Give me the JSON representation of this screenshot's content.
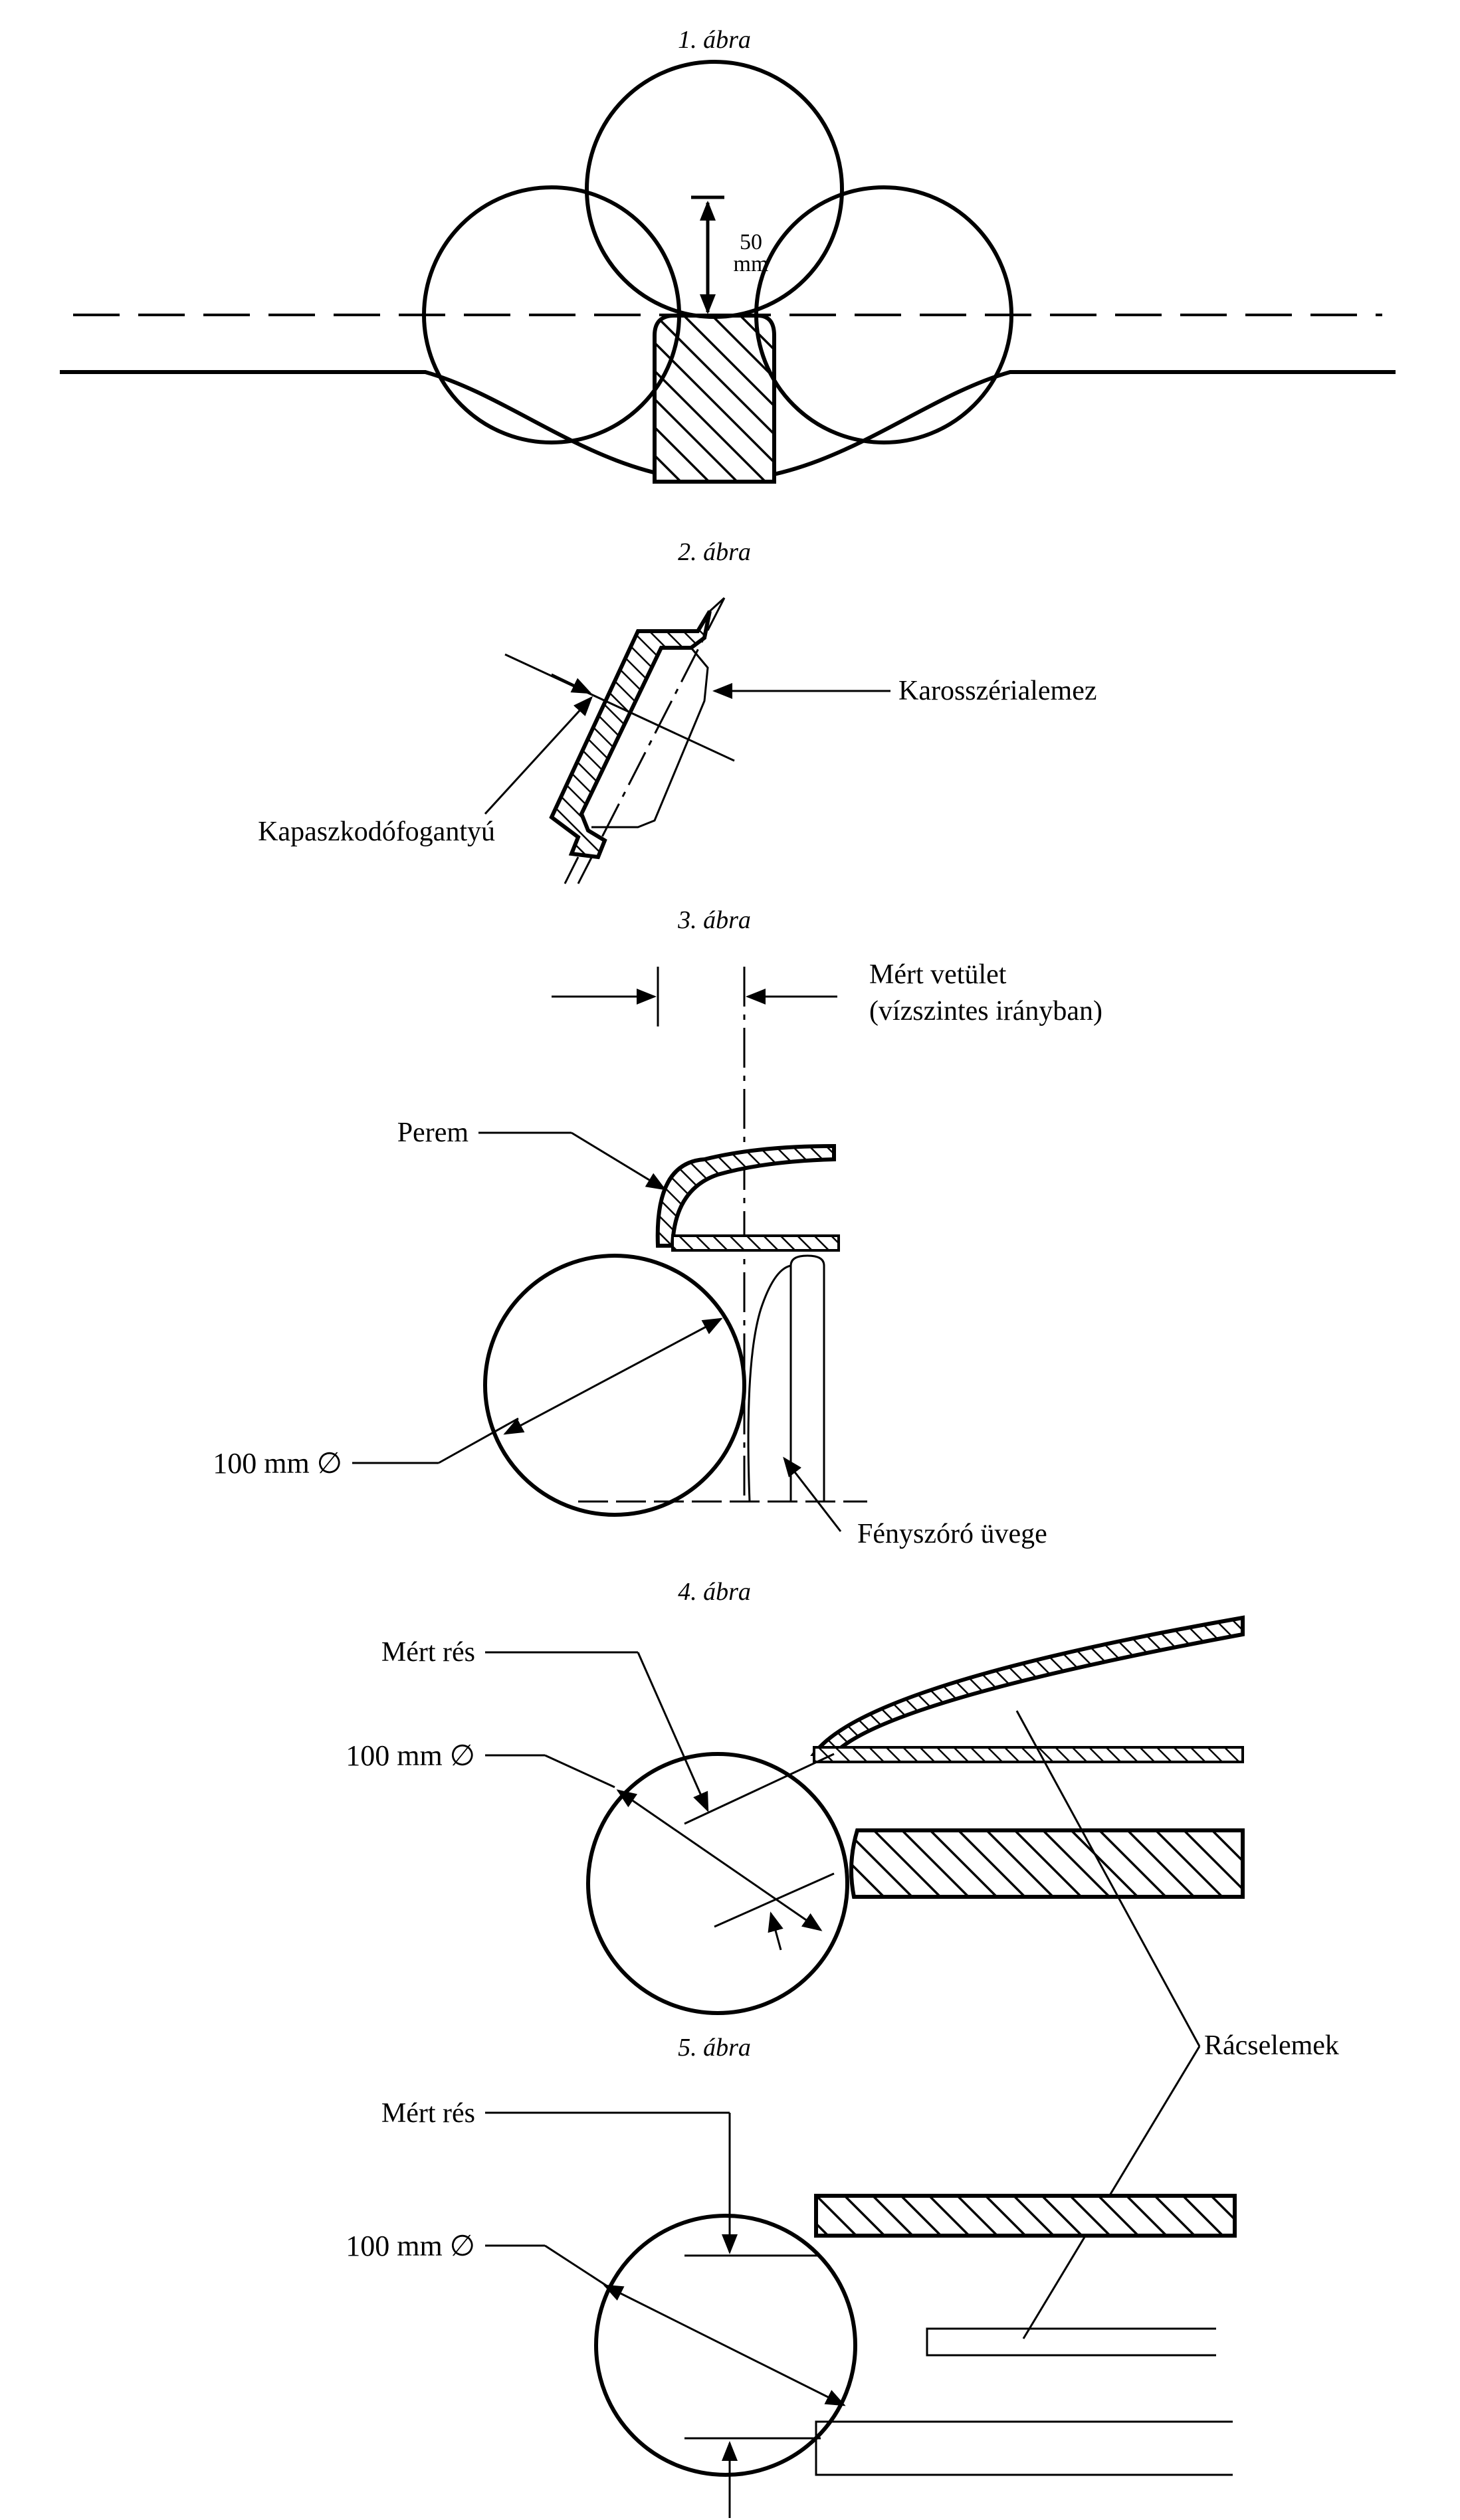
{
  "figures": {
    "fig1": {
      "title": "1. ábra",
      "dim_value": "50",
      "dim_unit": "mm"
    },
    "fig2": {
      "title": "2. ábra",
      "label_right": "Karosszérialemez",
      "label_left": "Kapaszkodófogantyú"
    },
    "fig3": {
      "title": "3. ábra",
      "label_top_line1": "Mért vetület",
      "label_top_line2": "(vízszintes irányban)",
      "label_perem": "Perem",
      "label_diameter": "100 mm ∅",
      "label_glass": "Fényszóró üvege"
    },
    "fig4": {
      "title": "4. ábra",
      "label_gap": "Mért rés",
      "label_diameter": "100 mm ∅"
    },
    "fig5": {
      "title": "5. ábra",
      "label_gap": "Mért rés",
      "label_diameter": "100 mm ∅"
    },
    "shared": {
      "label_grille": "Rácselemek"
    }
  }
}
